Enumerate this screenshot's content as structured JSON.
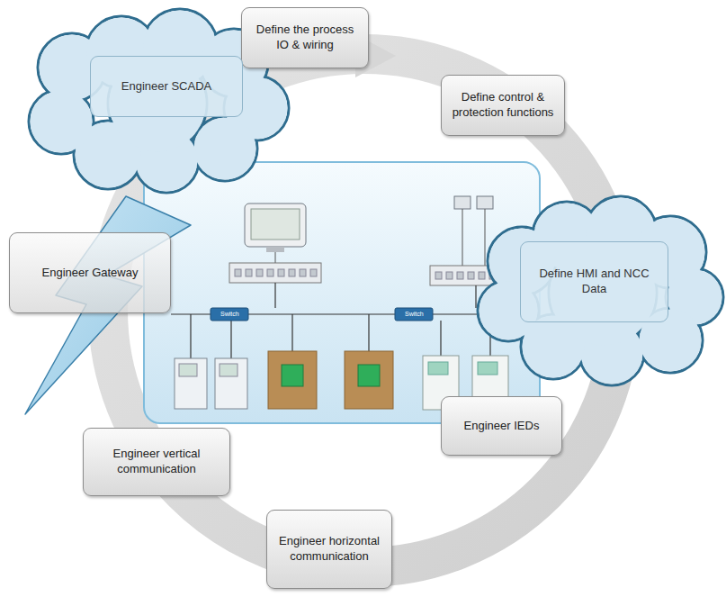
{
  "diagram": {
    "nodes": [
      {
        "text": [
          "Define the process IO & wiring"
        ]
      },
      {
        "text": [
          "Define control & protection functions"
        ]
      },
      {
        "text": [
          "Define HMI and NCC Data"
        ]
      },
      {
        "text": [
          "Engineer IEDs"
        ]
      },
      {
        "text": [
          "Engineer horizontal communication"
        ]
      },
      {
        "text": [
          "Engineer vertical communication"
        ]
      },
      {
        "text": [
          "Engineer Gateway"
        ]
      },
      {
        "text": [
          "Engineer SCADA"
        ]
      }
    ],
    "labels": [
      "Switch",
      "Switch"
    ]
  }
}
